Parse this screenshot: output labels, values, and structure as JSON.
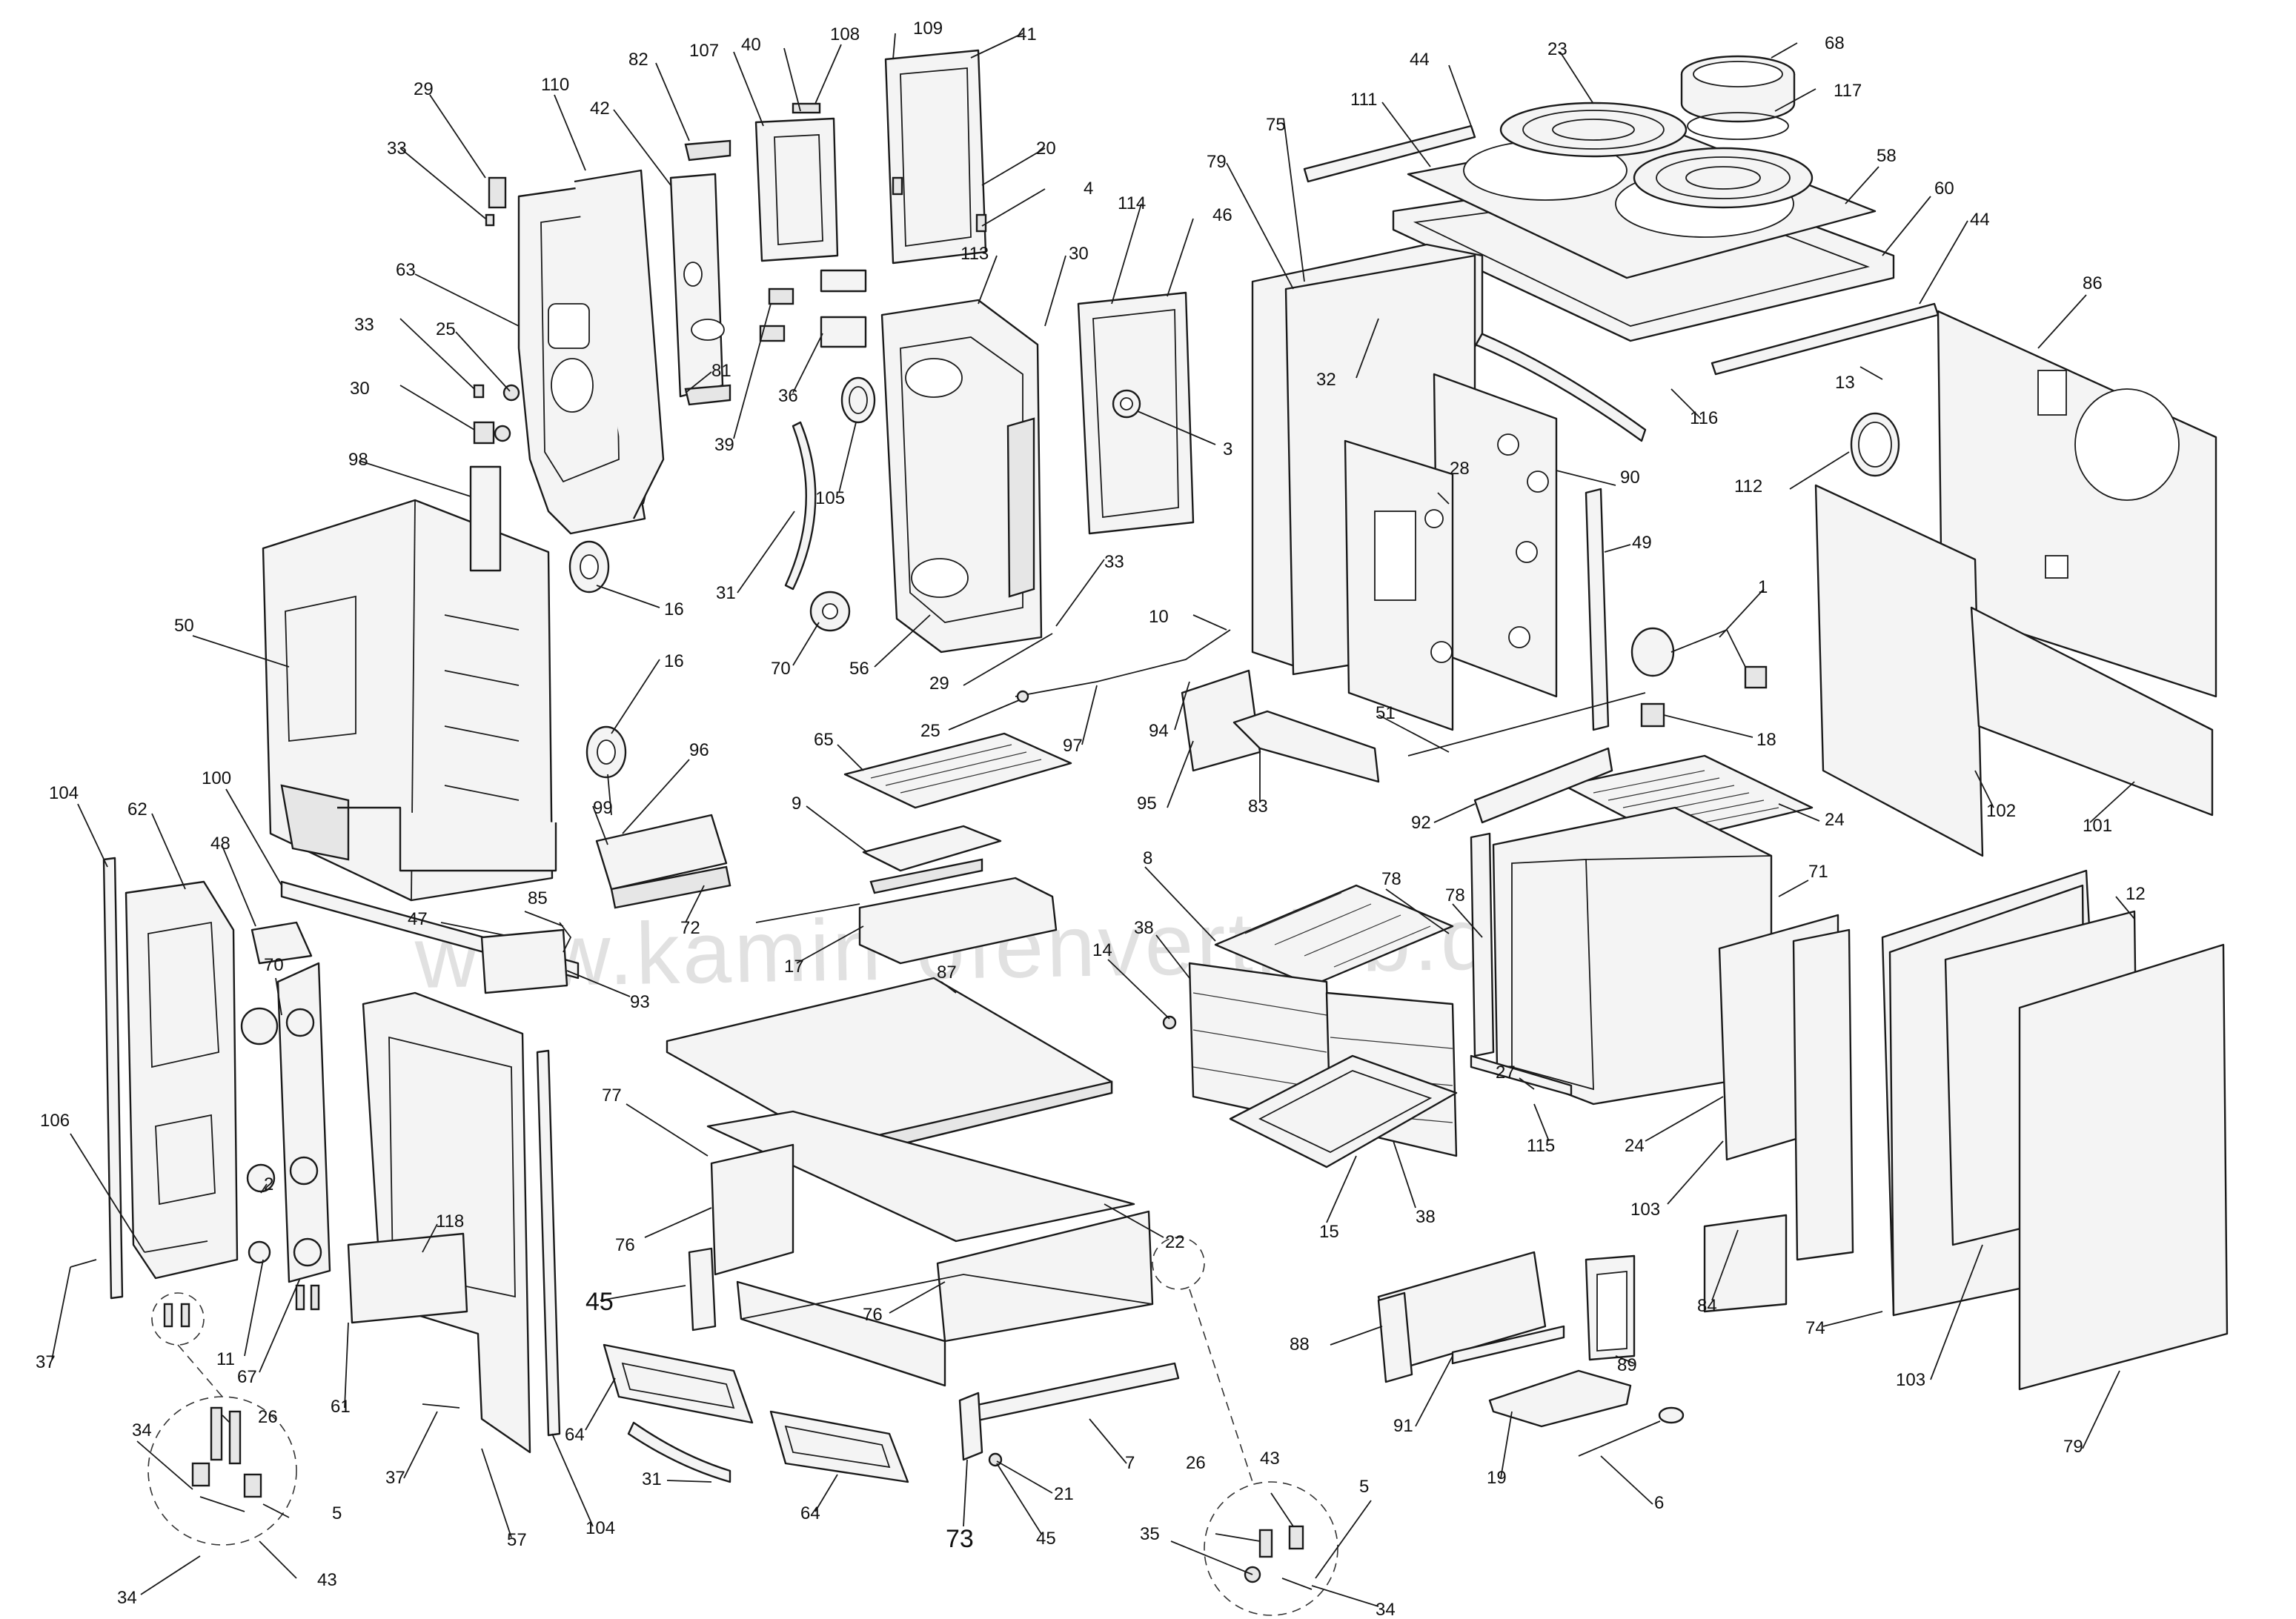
{
  "watermark": "www.kamin-ofenvertrieb.de",
  "callouts": [
    {
      "id": "c1",
      "label": "29"
    },
    {
      "id": "c2",
      "label": "110"
    },
    {
      "id": "c3",
      "label": "33"
    },
    {
      "id": "c4",
      "label": "42"
    },
    {
      "id": "c5",
      "label": "82"
    },
    {
      "id": "c6",
      "label": "107"
    },
    {
      "id": "c7",
      "label": "40"
    },
    {
      "id": "c8",
      "label": "108"
    },
    {
      "id": "c9",
      "label": "109"
    },
    {
      "id": "c10",
      "label": "41"
    },
    {
      "id": "c11",
      "label": "20"
    },
    {
      "id": "c12",
      "label": "4"
    },
    {
      "id": "c13",
      "label": "63"
    },
    {
      "id": "c14",
      "label": "33"
    },
    {
      "id": "c15",
      "label": "25"
    },
    {
      "id": "c16",
      "label": "30"
    },
    {
      "id": "c17",
      "label": "39"
    },
    {
      "id": "c18",
      "label": "81"
    },
    {
      "id": "c19",
      "label": "36"
    },
    {
      "id": "c20",
      "label": "105"
    },
    {
      "id": "c21",
      "label": "113"
    },
    {
      "id": "c22",
      "label": "30"
    },
    {
      "id": "c23",
      "label": "114"
    },
    {
      "id": "c24",
      "label": "46"
    },
    {
      "id": "c25",
      "label": "3"
    },
    {
      "id": "c26",
      "label": "98"
    },
    {
      "id": "c27",
      "label": "16"
    },
    {
      "id": "c28",
      "label": "16"
    },
    {
      "id": "c29",
      "label": "31"
    },
    {
      "id": "c30",
      "label": "70"
    },
    {
      "id": "c31",
      "label": "56"
    },
    {
      "id": "c32",
      "label": "33"
    },
    {
      "id": "c33",
      "label": "29"
    },
    {
      "id": "c34",
      "label": "50"
    },
    {
      "id": "c35",
      "label": "44"
    },
    {
      "id": "c36",
      "label": "23"
    },
    {
      "id": "c37",
      "label": "68"
    },
    {
      "id": "c38",
      "label": "117"
    },
    {
      "id": "c39",
      "label": "111"
    },
    {
      "id": "c40",
      "label": "75"
    },
    {
      "id": "c41",
      "label": "79"
    },
    {
      "id": "c42",
      "label": "58"
    },
    {
      "id": "c43",
      "label": "60"
    },
    {
      "id": "c44",
      "label": "44"
    },
    {
      "id": "c45",
      "label": "86"
    },
    {
      "id": "c46",
      "label": "32"
    },
    {
      "id": "c47",
      "label": "116"
    },
    {
      "id": "c48",
      "label": "13"
    },
    {
      "id": "c49",
      "label": "112"
    },
    {
      "id": "c50",
      "label": "28"
    },
    {
      "id": "c51",
      "label": "90"
    },
    {
      "id": "c52",
      "label": "49"
    },
    {
      "id": "c53",
      "label": "1"
    },
    {
      "id": "c54",
      "label": "10"
    },
    {
      "id": "c55",
      "label": "94"
    },
    {
      "id": "c56",
      "label": "25"
    },
    {
      "id": "c57",
      "label": "97"
    },
    {
      "id": "c58",
      "label": "51"
    },
    {
      "id": "c59",
      "label": "18"
    },
    {
      "id": "c60",
      "label": "95"
    },
    {
      "id": "c61",
      "label": "83"
    },
    {
      "id": "c62",
      "label": "65"
    },
    {
      "id": "c63",
      "label": "92"
    },
    {
      "id": "c64",
      "label": "24"
    },
    {
      "id": "c65",
      "label": "102"
    },
    {
      "id": "c66",
      "label": "101"
    },
    {
      "id": "c67",
      "label": "96"
    },
    {
      "id": "c68",
      "label": "104"
    },
    {
      "id": "c69",
      "label": "62"
    },
    {
      "id": "c70",
      "label": "100"
    },
    {
      "id": "c71",
      "label": "9"
    },
    {
      "id": "c72",
      "label": "99"
    },
    {
      "id": "c73",
      "label": "48"
    },
    {
      "id": "c74",
      "label": "47"
    },
    {
      "id": "c75",
      "label": "85"
    },
    {
      "id": "c76",
      "label": "72"
    },
    {
      "id": "c77",
      "label": "17"
    },
    {
      "id": "c78",
      "label": "93"
    },
    {
      "id": "c79",
      "label": "8"
    },
    {
      "id": "c80",
      "label": "78"
    },
    {
      "id": "c81",
      "label": "78"
    },
    {
      "id": "c82",
      "label": "71"
    },
    {
      "id": "c83",
      "label": "12"
    },
    {
      "id": "c84",
      "label": "70"
    },
    {
      "id": "c85",
      "label": "87"
    },
    {
      "id": "c86",
      "label": "14"
    },
    {
      "id": "c87",
      "label": "38"
    },
    {
      "id": "c88",
      "label": "77"
    },
    {
      "id": "c89",
      "label": "2"
    },
    {
      "id": "c90",
      "label": "106"
    },
    {
      "id": "c91",
      "label": "118"
    },
    {
      "id": "c92",
      "label": "76"
    },
    {
      "id": "c93",
      "label": "22"
    },
    {
      "id": "c94",
      "label": "15"
    },
    {
      "id": "c95",
      "label": "38"
    },
    {
      "id": "c96",
      "label": "27"
    },
    {
      "id": "c97",
      "label": "115"
    },
    {
      "id": "c98",
      "label": "24"
    },
    {
      "id": "c99",
      "label": "103"
    },
    {
      "id": "c100",
      "label": "84"
    },
    {
      "id": "c101",
      "label": "45"
    },
    {
      "id": "c102",
      "label": "76"
    },
    {
      "id": "c103",
      "label": "11"
    },
    {
      "id": "c104",
      "label": "67"
    },
    {
      "id": "c105",
      "label": "61"
    },
    {
      "id": "c106",
      "label": "37"
    },
    {
      "id": "c107",
      "label": "88"
    },
    {
      "id": "c108",
      "label": "89"
    },
    {
      "id": "c109",
      "label": "74"
    },
    {
      "id": "c110",
      "label": "103"
    },
    {
      "id": "c111",
      "label": "79"
    },
    {
      "id": "c112",
      "label": "64"
    },
    {
      "id": "c113",
      "label": "31"
    },
    {
      "id": "c114",
      "label": "7"
    },
    {
      "id": "c115",
      "label": "21"
    },
    {
      "id": "c116",
      "label": "91"
    },
    {
      "id": "c117",
      "label": "19"
    },
    {
      "id": "c118",
      "label": "6"
    },
    {
      "id": "c119",
      "label": "37"
    },
    {
      "id": "c120",
      "label": "57"
    },
    {
      "id": "c121",
      "label": "104"
    },
    {
      "id": "c122",
      "label": "64"
    },
    {
      "id": "c123",
      "label": "73"
    },
    {
      "id": "c124",
      "label": "45"
    },
    {
      "id": "c125",
      "label": "34"
    },
    {
      "id": "c126",
      "label": "26"
    },
    {
      "id": "c127",
      "label": "5"
    },
    {
      "id": "c128",
      "label": "34"
    },
    {
      "id": "c129",
      "label": "43"
    },
    {
      "id": "c130",
      "label": "26"
    },
    {
      "id": "c131",
      "label": "43"
    },
    {
      "id": "c132",
      "label": "5"
    },
    {
      "id": "c133",
      "label": "35"
    },
    {
      "id": "c134",
      "label": "34"
    }
  ]
}
